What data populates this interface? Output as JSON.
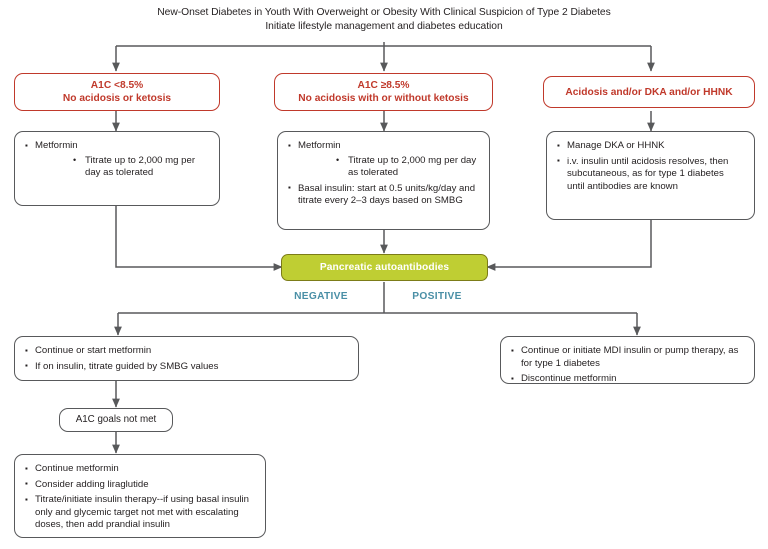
{
  "header": {
    "line1": "New-Onset Diabetes in Youth With Overweight or Obesity With Clinical Suspicion of Type 2 Diabetes",
    "line2": "Initiate lifestyle management and diabetes education"
  },
  "colors": {
    "decision_red": "#c0392b",
    "box_gray": "#58595b",
    "antibody_fill": "#bfce33",
    "antibody_border": "#7c7c18",
    "branch_label": "#4a8fa6",
    "text": "#231f20",
    "connector": "#58595b"
  },
  "decisions": [
    {
      "id": "a1c-low",
      "line1": "A1C <8.5%",
      "line2": "No acidosis or ketosis"
    },
    {
      "id": "a1c-high",
      "line1": "A1C ≥8.5%",
      "line2": "No acidosis with or without ketosis"
    },
    {
      "id": "acidosis",
      "line1": "Acidosis and/or DKA and/or HHNK",
      "line2": ""
    }
  ],
  "treatments": {
    "left": {
      "bullets": [
        {
          "text": "Metformin",
          "sub": [
            "Titrate up to 2,000 mg per day as tolerated"
          ]
        }
      ]
    },
    "middle": {
      "bullets": [
        {
          "text": "Metformin",
          "sub": [
            "Titrate up to 2,000 mg per day as tolerated"
          ]
        },
        {
          "text": "Basal insulin: start at 0.5 units/kg/day and titrate every 2–3 days based on SMBG",
          "sub": []
        }
      ]
    },
    "right": {
      "bullets": [
        {
          "text": "Manage DKA or HHNK",
          "sub": []
        },
        {
          "text": "i.v. insulin until acidosis resolves, then subcutaneous, as for type 1 diabetes until antibodies are known",
          "sub": []
        }
      ]
    }
  },
  "antibody_test": {
    "label": "Pancreatic autoantibodies",
    "negative_label": "NEGATIVE",
    "positive_label": "POSITIVE"
  },
  "outcomes": {
    "negative": {
      "bullets": [
        "Continue or start metformin",
        "If on insulin, titrate guided by SMBG values"
      ]
    },
    "positive": {
      "bullets": [
        "Continue or initiate MDI insulin or pump therapy, as for type 1 diabetes",
        "Discontinue metformin"
      ]
    },
    "goals_not_met": {
      "label": "A1C goals not met"
    },
    "escalation": {
      "bullets": [
        "Continue metformin",
        "Consider adding liraglutide",
        "Titrate/initiate insulin therapy--if using basal insulin only and glycemic target not met with escalating doses, then add prandial insulin"
      ]
    }
  }
}
